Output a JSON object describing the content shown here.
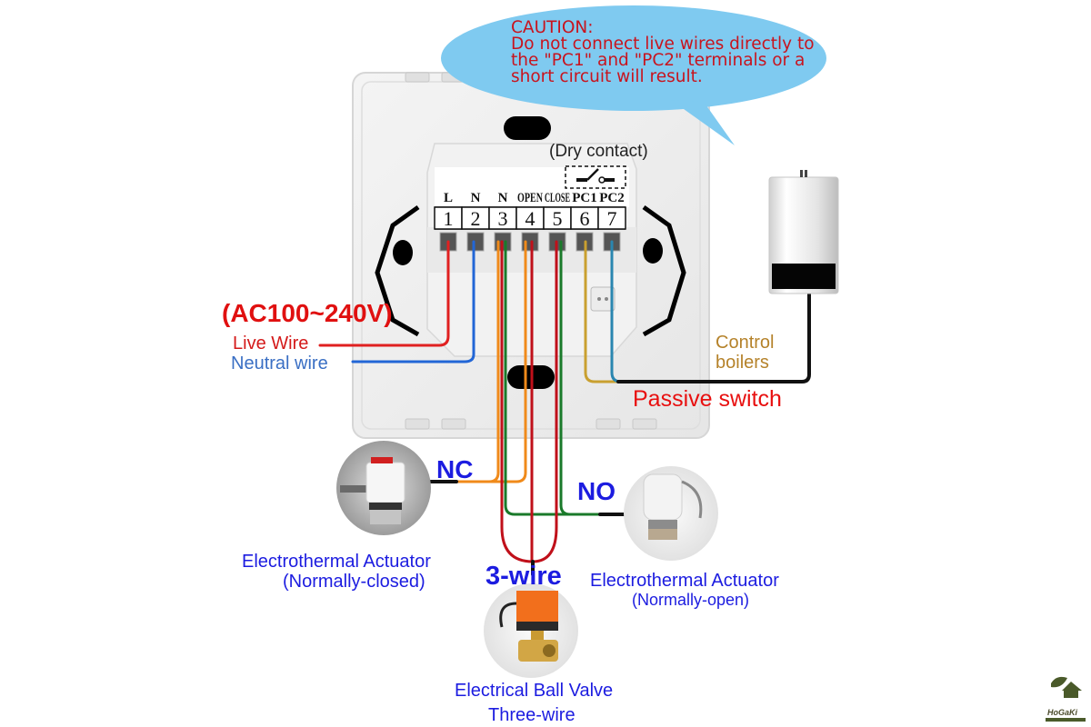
{
  "caution": {
    "title": "CAUTION:",
    "lines": [
      "Do not connect live wires directly to",
      "the \"PC1\" and \"PC2\" terminals or a",
      "short circuit will result."
    ]
  },
  "dry_contact_label": "(Dry contact)",
  "terminals": [
    {
      "label": "L",
      "number": "1",
      "wire_color": "#e02020"
    },
    {
      "label": "N",
      "number": "2",
      "wire_color": "#2266d6"
    },
    {
      "label": "N",
      "number": "3",
      "wire_color": "#c0101a"
    },
    {
      "label": "OPEN",
      "number": "4",
      "wire_color": "#f08a1a"
    },
    {
      "label": "CLOSE",
      "number": "5",
      "wire_color": "#1a7a2a"
    },
    {
      "label": "PC1",
      "number": "6",
      "wire_color": "#c9a030"
    },
    {
      "label": "PC2",
      "number": "7",
      "wire_color": "#2a86b0"
    }
  ],
  "power": {
    "voltage": "(AC100~240V)",
    "live_label": "Live Wire",
    "neutral_label": "Neutral wire"
  },
  "boiler": {
    "control_line1": "Control",
    "control_line2": "boilers",
    "passive_label": "Passive switch"
  },
  "actuator_nc": {
    "tag": "NC",
    "name": "Electrothermal Actuator",
    "type": "(Normally-closed)"
  },
  "actuator_no": {
    "tag": "NO",
    "name": "Electrothermal Actuator",
    "type": "(Normally-open)"
  },
  "ball_valve": {
    "tag": "3-wire",
    "name": "Electrical Ball Valve",
    "type": "Three-wire"
  },
  "logo": {
    "name": "HoGaKi"
  },
  "colors": {
    "bubble": "#7fcaf0",
    "caution_text": "#c8141e",
    "label_blue": "#1c1ce0",
    "live_red": "#e02020",
    "neutral_blue": "#2266d6",
    "orange": "#f08a1a",
    "green": "#1a7a2a",
    "dark_red": "#c0101a",
    "gold": "#c9a030",
    "teal": "#2a86b0"
  }
}
